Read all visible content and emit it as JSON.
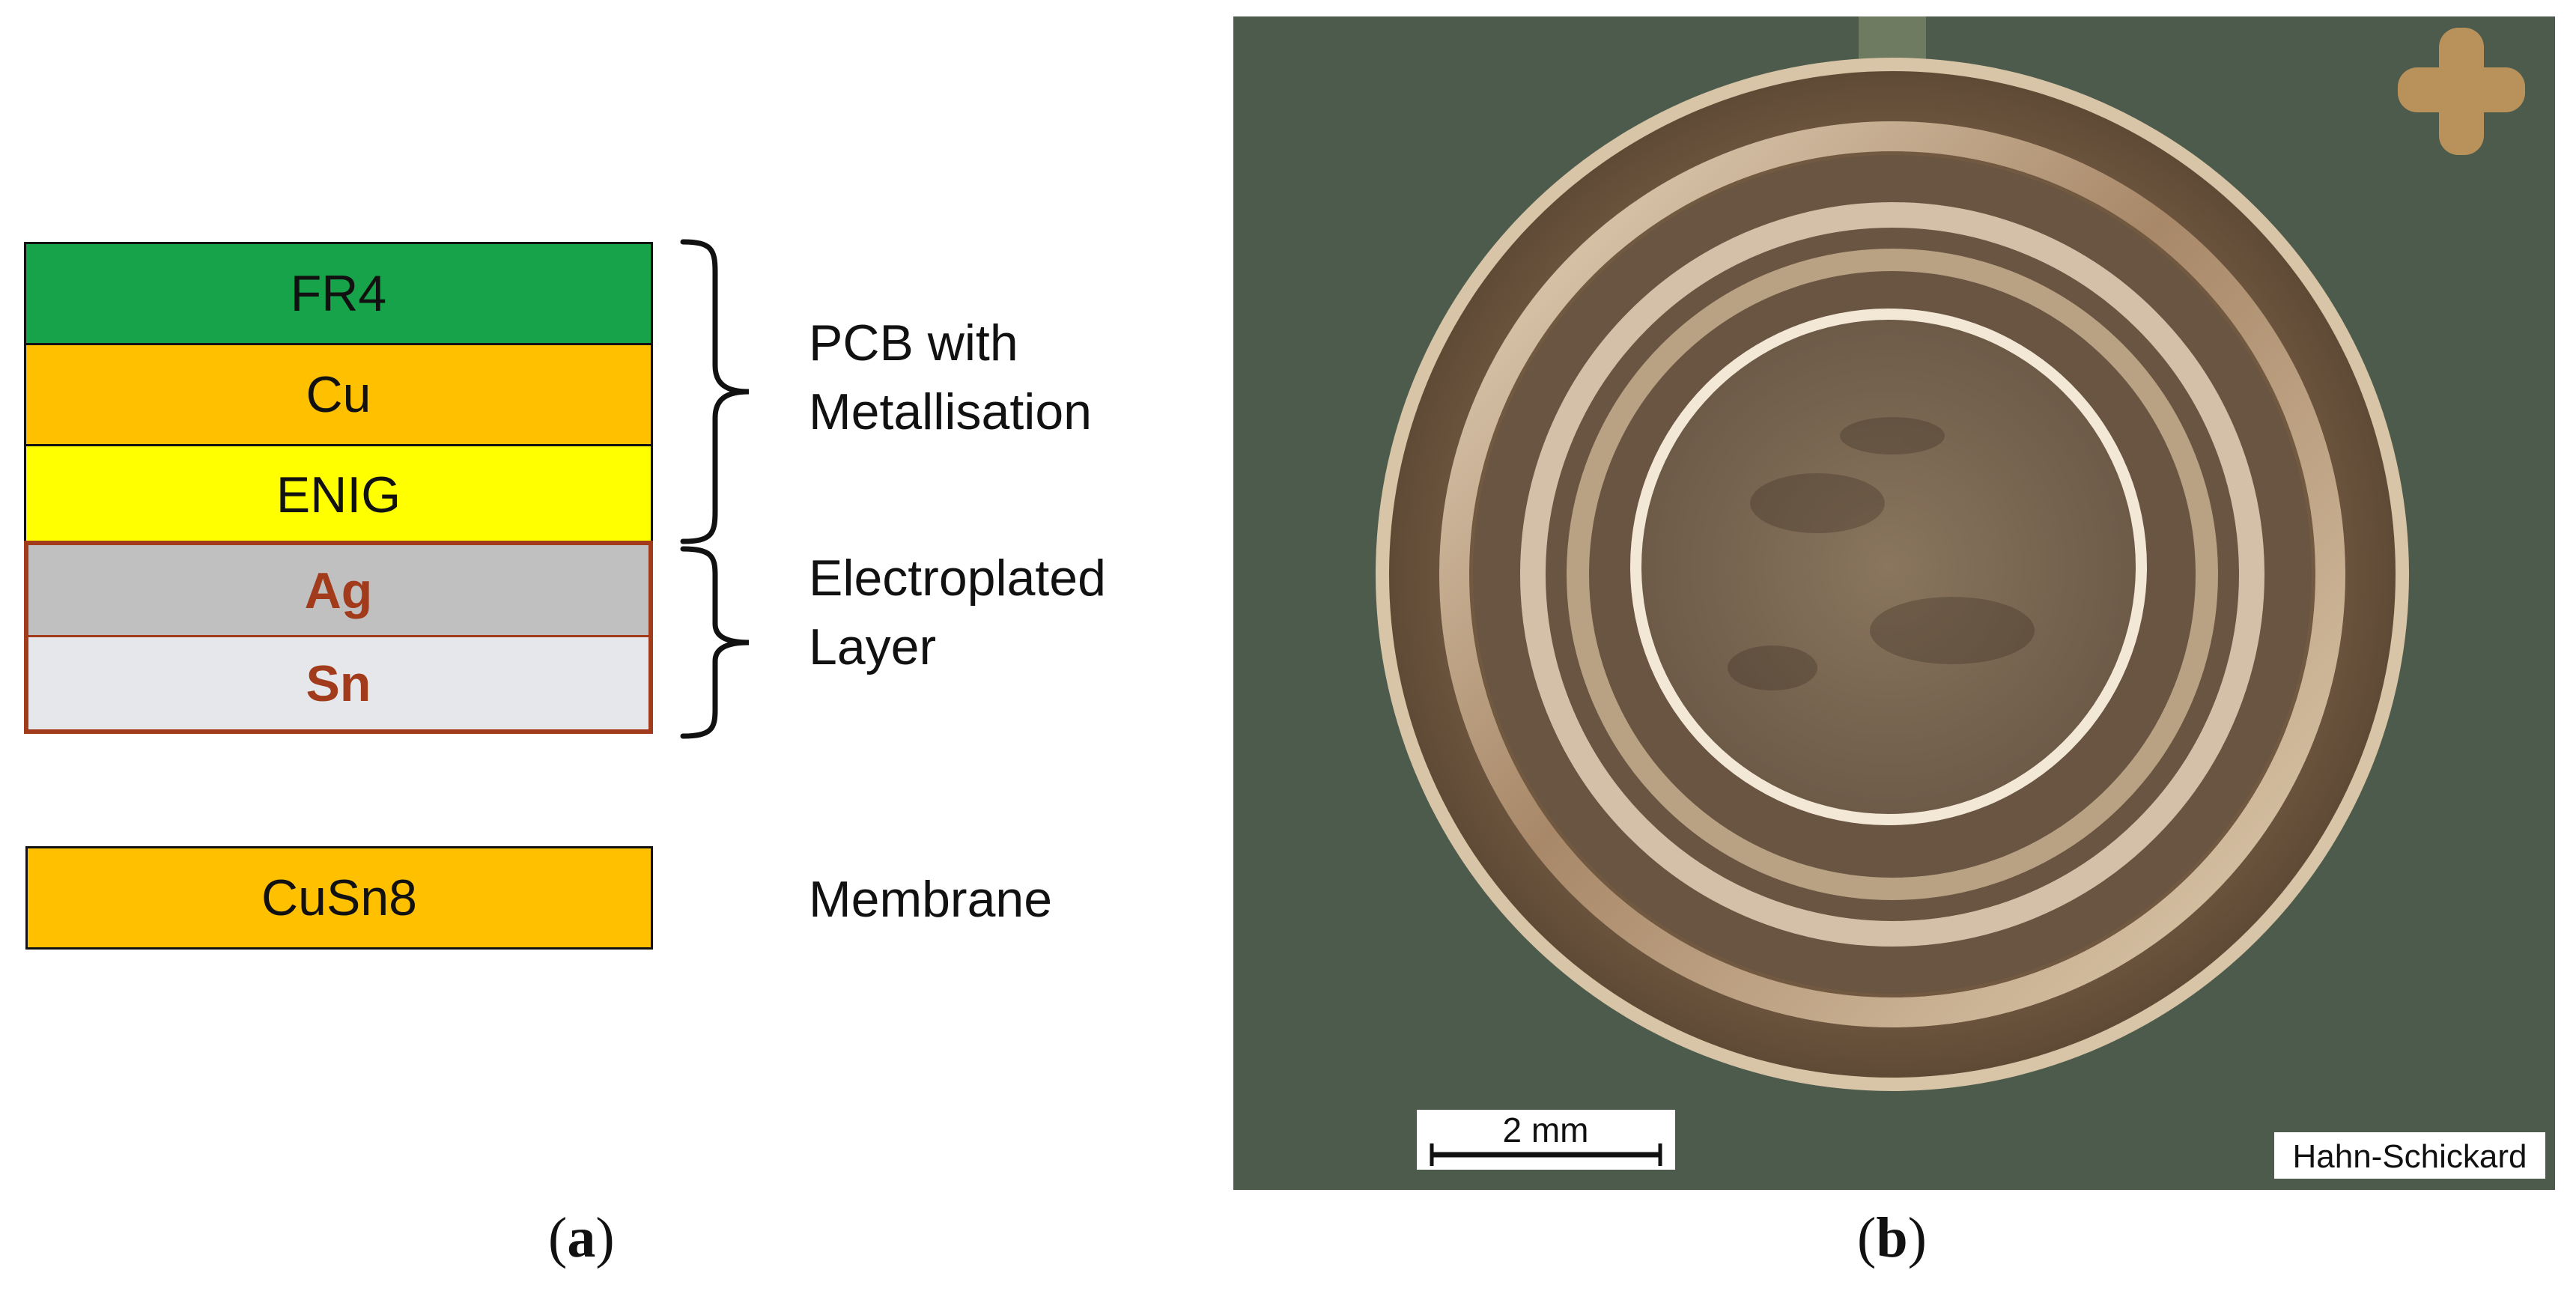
{
  "panel_a": {
    "layers": [
      {
        "name": "FR4",
        "color": "#16a34a"
      },
      {
        "name": "Cu",
        "color": "#ffc000"
      },
      {
        "name": "ENIG",
        "color": "#ffff00"
      },
      {
        "name": "Ag",
        "color": "#c0c0c0"
      },
      {
        "name": "Sn",
        "color": "#e5e7eb"
      }
    ],
    "membrane": {
      "name": "CuSn8",
      "color": "#ffc000"
    },
    "labels": {
      "pcb_line1": "PCB with",
      "pcb_line2": "Metallisation",
      "plated_line1": "Electroplated",
      "plated_line2": "Layer",
      "membrane": "Membrane"
    },
    "caption_letter": "a"
  },
  "panel_b": {
    "scale_bar": "2 mm",
    "watermark": "Hahn-Schickard",
    "caption_letter": "b"
  },
  "colors": {
    "board": "#4d5b4c",
    "gold": "#b8925a",
    "copper": "#a07d5c",
    "outline_red": "#a23a1c"
  }
}
